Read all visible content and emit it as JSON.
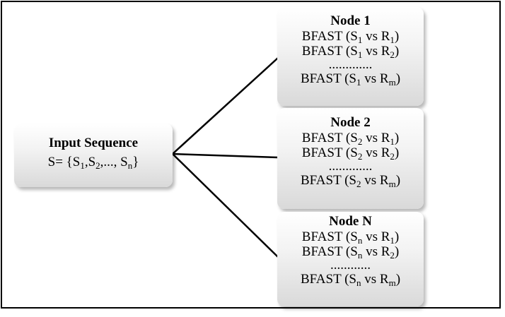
{
  "input": {
    "title": "Input Sequence",
    "set_prefix": "S= {S",
    "s1": "1",
    "sep1": ",S",
    "s2": "2",
    "sep2": ",..., S",
    "sn": "n",
    "set_suffix": "}"
  },
  "nodes": [
    {
      "title": "Node 1",
      "rows": [
        {
          "prefix": "BFAST (S",
          "s": "1",
          "mid": " vs R",
          "r": "1",
          "suffix": ")"
        },
        {
          "prefix": "BFAST (S",
          "s": "1",
          "mid": " vs R",
          "r": "2",
          "suffix": ")"
        },
        {
          "dots": "............."
        },
        {
          "prefix": "BFAST (S",
          "s": "1",
          "mid": " vs R",
          "r": "m",
          "suffix": ")"
        }
      ]
    },
    {
      "title": "Node 2",
      "rows": [
        {
          "prefix": "BFAST (S",
          "s": "2",
          "mid": " vs R",
          "r": "1",
          "suffix": ")"
        },
        {
          "prefix": "BFAST (S",
          "s": "2",
          "mid": " vs R",
          "r": "2",
          "suffix": ")"
        },
        {
          "dots": "............."
        },
        {
          "prefix": "BFAST (S",
          "s": "2",
          "mid": " vs R",
          "r": "m",
          "suffix": ")"
        }
      ]
    },
    {
      "title": "Node N",
      "rows": [
        {
          "prefix": "BFAST (S",
          "s": "n",
          "mid": " vs R",
          "r": "1",
          "suffix": ")"
        },
        {
          "prefix": "BFAST (S",
          "s": "n",
          "mid": " vs R",
          "r": "2",
          "suffix": ")"
        },
        {
          "dots": "............"
        },
        {
          "prefix": "BFAST (S",
          "s": "n",
          "mid": " vs R",
          "r": "m",
          "suffix": ")"
        }
      ]
    }
  ],
  "colors": {
    "line": "#000000",
    "box_top": "#ffffff",
    "box_bottom": "#d9d9d9"
  }
}
